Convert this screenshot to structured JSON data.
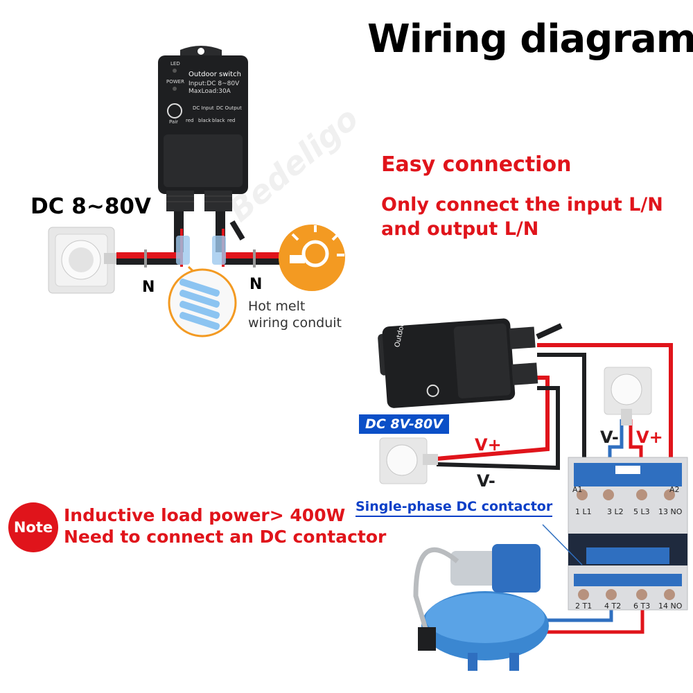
{
  "title": "Wiring diagram",
  "watermark": "Bedeligo",
  "headline": "Easy connection",
  "instruction": [
    "Only connect the input L/N",
    "and output L/N"
  ],
  "source_label": "DC 8~80V",
  "n_labels": [
    "N",
    "N"
  ],
  "conduit_label": [
    "Hot melt",
    "wiring conduit"
  ],
  "device": {
    "name": "Outdoor switch",
    "input": "Input:DC 8~80V",
    "maxload": "MaxLoad:30A",
    "led": "LED",
    "power": "POWER",
    "pair": "Pair",
    "in_label": "DC Input",
    "out_label": "DC Output",
    "wire_colors": [
      "red",
      "black",
      "black",
      "red"
    ]
  },
  "note": {
    "badge": "Note",
    "line1": "Inductive load power> 400W",
    "line2": "Need to connect an DC contactor"
  },
  "diagram2": {
    "supply_badge": "DC 8V-80V",
    "vplus": "V+",
    "vminus": "V-",
    "socket_vminus": "V-",
    "socket_vplus": "V+",
    "contactor_label": "Single-phase DC contactor",
    "top_terminals": [
      "A1",
      "1 L1",
      "3 L2",
      "5 L3",
      "13 NO",
      "A2"
    ],
    "bottom_terminals": [
      "2 T1",
      "4 T2",
      "6 T3",
      "14 NO"
    ]
  },
  "colors": {
    "accent_red": "#e0141b",
    "accent_blue": "#0b4fc7",
    "device_black": "#1e1f21",
    "contactor_blue": "#2f6fc0"
  }
}
